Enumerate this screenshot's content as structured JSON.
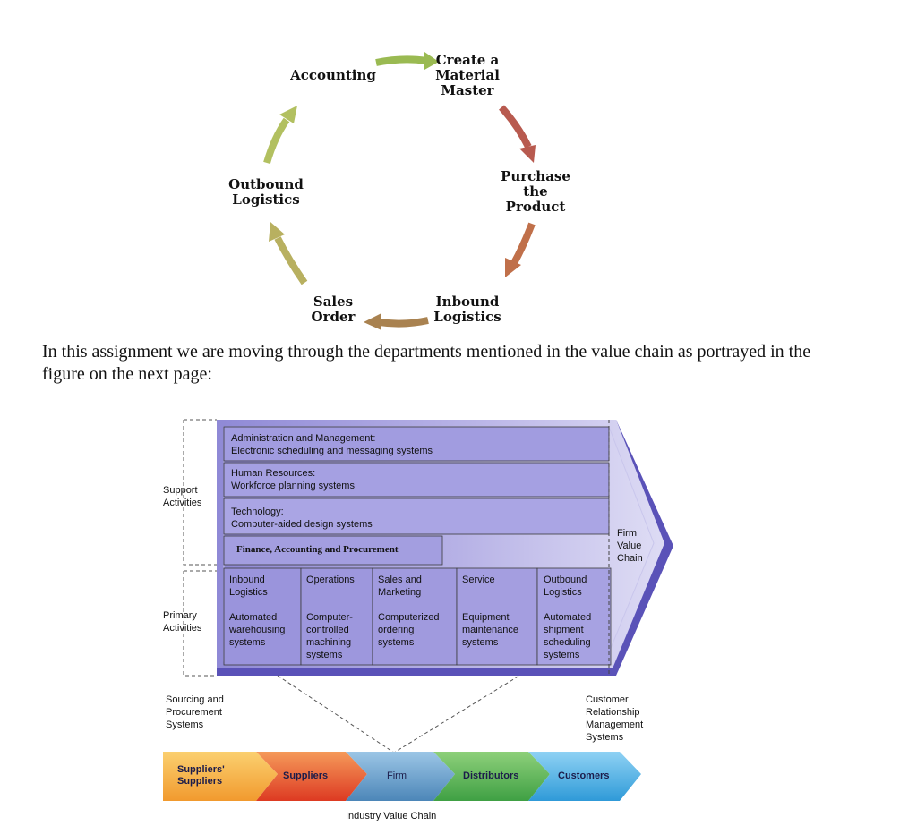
{
  "cycle": {
    "steps": [
      "Accounting",
      "Create a\nMaterial\nMaster",
      "Purchase\nthe\nProduct",
      "Inbound\nLogistics",
      "Sales\nOrder",
      "Outbound\nLogistics"
    ]
  },
  "paragraph": "In this assignment we are moving through the departments mentioned in the value chain as portrayed in the figure on the next page:",
  "value_chain": {
    "support_label": "Support\nActivities",
    "primary_label": "Primary\nActivities",
    "firm_value_chain": "Firm\nValue\nChain",
    "support_rows": [
      "Administration and Management:\nElectronic scheduling and messaging systems",
      "Human Resources:\nWorkforce planning systems",
      "Technology:\nComputer-aided design systems",
      "Finance, Accounting and Procurement"
    ],
    "primary": [
      {
        "name": "Inbound\nLogistics",
        "system": "Automated\nwarehousing\nsystems"
      },
      {
        "name": "Operations",
        "system": "Computer-\ncontrolled\nmachining\nsystems"
      },
      {
        "name": "Sales and\nMarketing",
        "system": "Computerized\nordering\nsystems"
      },
      {
        "name": "Service",
        "system": "Equipment\nmaintenance\nsystems"
      },
      {
        "name": "Outbound\nLogistics",
        "system": "Automated\nshipment\nscheduling\nsystems"
      }
    ],
    "sourcing": "Sourcing and\nProcurement\nSystems",
    "crm": "Customer\nRelationship\nManagement\nSystems"
  },
  "industry_chain": {
    "items": [
      "Suppliers'\nSuppliers",
      "Suppliers",
      "Firm",
      "Distributors",
      "Customers"
    ],
    "label": "Industry Value Chain"
  },
  "colors": {
    "arrow_top": "#9aba52",
    "arrow_right_top": "#b85a4f",
    "arrow_right_bottom": "#c0704a",
    "arrow_bottom": "#a98250",
    "arrow_left_bottom": "#b8b060",
    "arrow_left_top": "#b2c060",
    "vc_light": "#c9c6ec",
    "vc_dark": "#5a52b8"
  }
}
